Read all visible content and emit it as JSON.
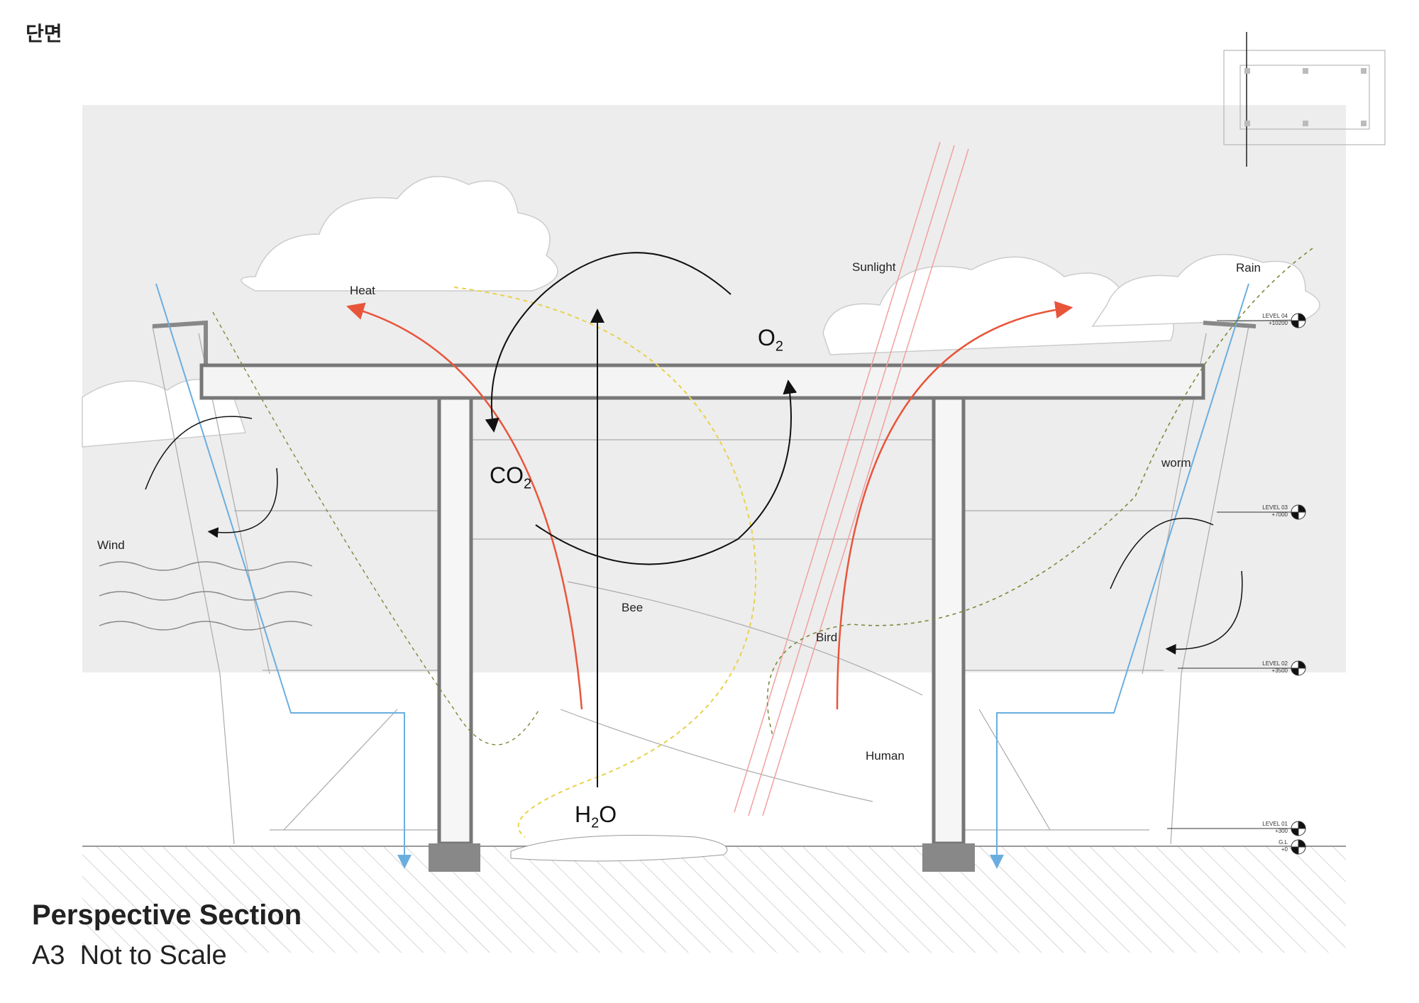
{
  "header": {
    "korean_title": "단면"
  },
  "footer": {
    "title": "Perspective Section",
    "sheet": "A3",
    "scale_note": "Not to Scale"
  },
  "labels": {
    "heat": "Heat",
    "sunlight": "Sunlight",
    "rain": "Rain",
    "wind": "Wind",
    "worm": "worm",
    "bee": "Bee",
    "bird": "Bird",
    "human": "Human",
    "o2": {
      "base": "O",
      "sub": "2"
    },
    "co2": {
      "base": "CO",
      "sub": "2"
    },
    "h2o": {
      "pre": "H",
      "sub": "2",
      "post": "O"
    }
  },
  "levels": [
    {
      "name": "LEVEL 04",
      "elev": "+10200"
    },
    {
      "name": "LEVEL 03",
      "elev": "+7000"
    },
    {
      "name": "LEVEL 02",
      "elev": "+3500"
    },
    {
      "name": "LEVEL 01",
      "elev": "+300"
    },
    {
      "name": "G.L",
      "elev": "+0"
    }
  ],
  "colors": {
    "heat": "#e8553a",
    "rain": "#6aaee0",
    "sunlight": "#f2a0a0",
    "cycle": "#111111",
    "path_yellow": "#e8d24a",
    "path_green": "#7a8a3a",
    "sky": "#ededed"
  }
}
